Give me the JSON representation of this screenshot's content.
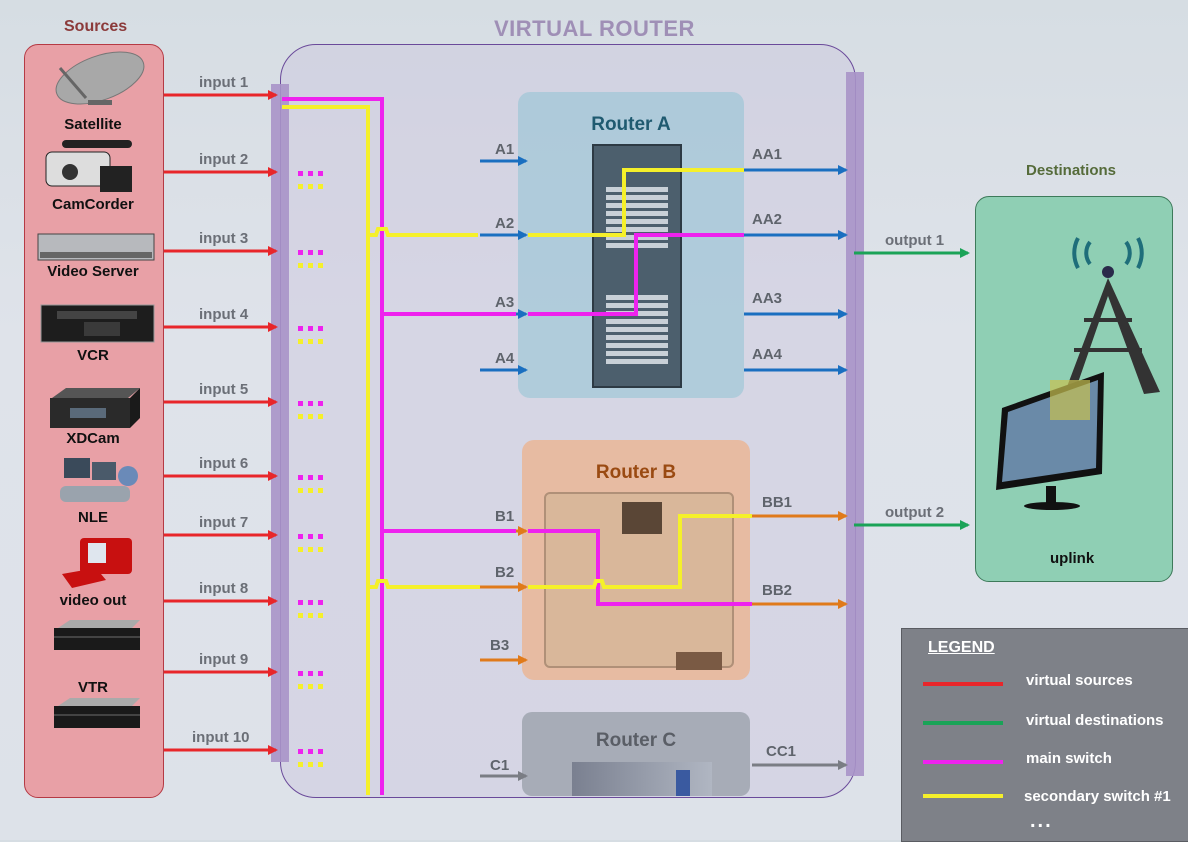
{
  "title": "VIRTUAL ROUTER",
  "sources": {
    "heading": "Sources",
    "devices": [
      {
        "label": "Satellite",
        "icon": "satellite-dish-icon"
      },
      {
        "label": "CamCorder",
        "icon": "camcorder-icon"
      },
      {
        "label": "Video Server",
        "icon": "video-server-icon"
      },
      {
        "label": "VCR",
        "icon": "vcr-icon"
      },
      {
        "label": "XDCam",
        "icon": "xdcam-icon"
      },
      {
        "label": "NLE",
        "icon": "nle-workstation-icon"
      },
      {
        "label": "video out",
        "icon": "computer-icon"
      },
      {
        "label": "VTR",
        "icon": "vtr-icon"
      },
      {
        "label": "",
        "icon": "vtr-icon"
      }
    ],
    "inputs": [
      "input 1",
      "input 2",
      "input 3",
      "input 4",
      "input 5",
      "input 6",
      "input 7",
      "input 8",
      "input 9",
      "input 10"
    ]
  },
  "routers": {
    "a": {
      "title": "Router A",
      "inputs": [
        "A1",
        "A2",
        "A3",
        "A4"
      ],
      "outputs": [
        "AA1",
        "AA2",
        "AA3",
        "AA4"
      ]
    },
    "b": {
      "title": "Router B",
      "inputs": [
        "B1",
        "B2",
        "B3"
      ],
      "outputs": [
        "BB1",
        "BB2"
      ]
    },
    "c": {
      "title": "Router C",
      "inputs": [
        "C1"
      ],
      "outputs": [
        "CC1"
      ]
    }
  },
  "destinations": {
    "heading": "Destinations",
    "outputs": [
      "output 1",
      "output 2"
    ],
    "device_label": "uplink"
  },
  "legend": {
    "title": "LEGEND",
    "items": [
      {
        "label": "virtual sources",
        "color": "#e8262a"
      },
      {
        "label": "virtual destinations",
        "color": "#1aa357"
      },
      {
        "label": "main switch",
        "color": "#ee22ee"
      },
      {
        "label": "secondary switch #1",
        "color": "#f5f02a"
      }
    ],
    "more": "..."
  },
  "colors": {
    "source_line": "#e8262a",
    "destination_line": "#1aa357",
    "main_switch": "#ee22ee",
    "secondary_switch": "#f5f02a",
    "router_a_line": "#1a6fc0",
    "router_b_line": "#e07a1a",
    "router_c_line": "#7a7d84"
  }
}
